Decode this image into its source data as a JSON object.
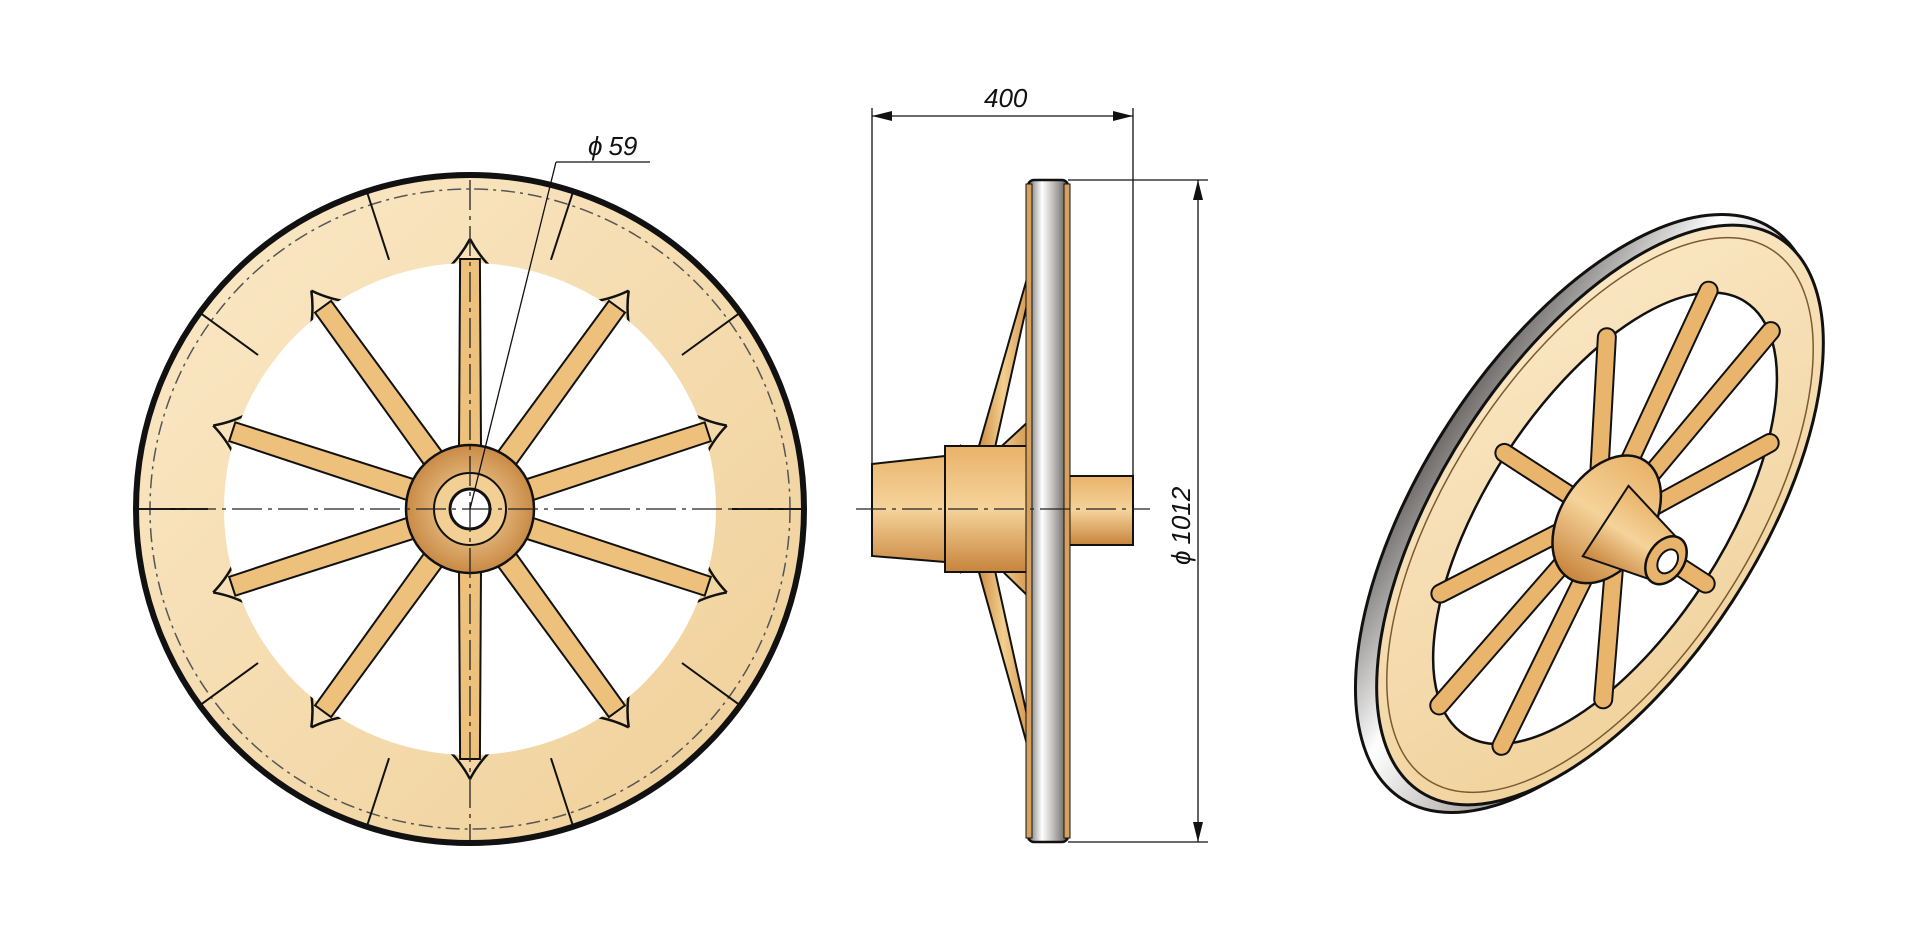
{
  "views": {
    "front": "front-view",
    "side": "side-view",
    "isometric": "isometric-view"
  },
  "dimensions": {
    "hub_bore": {
      "symbol": "ϕ",
      "value": "59"
    },
    "hub_length": {
      "value": "400"
    },
    "wheel_diameter": {
      "symbol": "ϕ",
      "value": "1012"
    }
  },
  "wheel": {
    "spoke_count": 10
  },
  "colors": {
    "wood": "#f6ddb0",
    "wood_dark": "#d79a52",
    "spoke": "#e7b56d",
    "iron_tire": "#b9b6b3",
    "ink": "#111111"
  }
}
